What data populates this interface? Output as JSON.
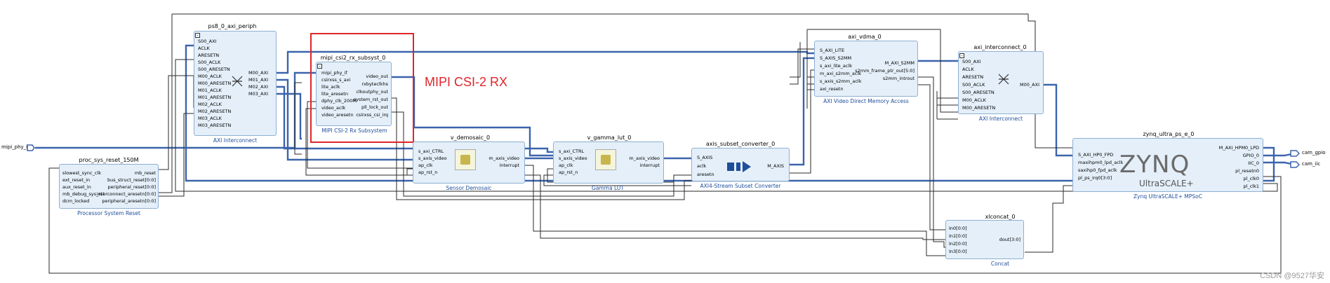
{
  "annotation": {
    "label": "MIPI CSI-2 RX"
  },
  "watermark": "CSDN @9527华安",
  "external_ports": {
    "mipi_phy_if": "mipi_phy_if",
    "cam_gpio": "cam_gpio",
    "cam_iic": "cam_iic"
  },
  "blocks": {
    "ps8_0_axi_periph": {
      "name": "ps8_0_axi_periph",
      "subtitle": "AXI Interconnect",
      "ports_left": [
        "S00_AXI",
        "ACLK",
        "ARESETN",
        "S00_ACLK",
        "S00_ARESETN",
        "M00_ACLK",
        "M00_ARESETN",
        "M01_ACLK",
        "M01_ARESETN",
        "M02_ACLK",
        "M02_ARESETN",
        "M03_ACLK",
        "M03_ARESETN"
      ],
      "ports_right": [
        "M00_AXI",
        "M01_AXI",
        "M02_AXI",
        "M03_AXI"
      ]
    },
    "proc_sys_reset": {
      "name": "proc_sys_reset_150M",
      "subtitle": "Processor System Reset",
      "ports_left": [
        "slowest_sync_clk",
        "ext_reset_in",
        "aux_reset_in",
        "mb_debug_sys_rst",
        "dcm_locked"
      ],
      "ports_right": [
        "mb_reset",
        "bus_struct_reset[0:0]",
        "peripheral_reset[0:0]",
        "interconnect_aresetn[0:0]",
        "peripheral_aresetn[0:0]"
      ]
    },
    "mipi_csi2": {
      "name": "mipi_csi2_rx_subsyst_0",
      "subtitle": "MIPI CSI-2 Rx Subsystem",
      "ports_left": [
        "mipi_phy_if",
        "csirxss_s_axi",
        "lite_aclk",
        "lite_aresetn",
        "dphy_clk_200M",
        "video_aclk",
        "video_aresetn"
      ],
      "ports_right": [
        "video_out",
        "rxbyteclkhs",
        "clkoutphy_out",
        "system_rst_out",
        "pll_lock_out",
        "csirxss_csi_irq"
      ]
    },
    "v_demosaic": {
      "name": "v_demosaic_0",
      "subtitle": "Sensor Demosaic",
      "ports_left": [
        "s_axi_CTRL",
        "s_axis_video",
        "ap_clk",
        "ap_rst_n"
      ],
      "ports_right": [
        "m_axis_video",
        "interrupt"
      ]
    },
    "v_gamma_lut": {
      "name": "v_gamma_lut_0",
      "subtitle": "Gamma LUT",
      "ports_left": [
        "s_axi_CTRL",
        "s_axis_video",
        "ap_clk",
        "ap_rst_n"
      ],
      "ports_right": [
        "m_axis_video",
        "interrupt"
      ]
    },
    "axis_subset": {
      "name": "axis_subset_converter_0",
      "subtitle": "AXI4-Stream Subset Converter",
      "ports_left": [
        "S_AXIS",
        "aclk",
        "aresetn"
      ],
      "ports_right": [
        "M_AXIS"
      ]
    },
    "axi_vdma": {
      "name": "axi_vdma_0",
      "subtitle": "AXI Video Direct Memory Access",
      "ports_left": [
        "S_AXI_LITE",
        "S_AXIS_S2MM",
        "s_axi_lite_aclk",
        "m_axi_s2mm_aclk",
        "s_axis_s2mm_aclk",
        "axi_resetn"
      ],
      "ports_right": [
        "M_AXI_S2MM",
        "s2mm_frame_ptr_out[5:0]",
        "s2mm_introut"
      ]
    },
    "axi_interconnect": {
      "name": "axi_interconnect_0",
      "subtitle": "AXI Interconnect",
      "ports_left": [
        "S00_AXI",
        "ACLK",
        "ARESETN",
        "S00_ACLK",
        "S00_ARESETN",
        "M00_ACLK",
        "M00_ARESETN"
      ],
      "ports_right": [
        "M00_AXI"
      ]
    },
    "zynq": {
      "name": "zynq_ultra_ps_e_0",
      "subtitle": "Zynq UltraSCALE+ MPSoC",
      "logo_main": "ZYNQ",
      "logo_sub": "UltraSCALE+",
      "ports_left": [
        "S_AXI_HP0_FPD",
        "maxihpm0_lpd_aclk",
        "saxihp0_fpd_aclk",
        "pl_ps_irq0[3:0]"
      ],
      "ports_right": [
        "M_AXI_HPM0_LPD",
        "GPIO_0",
        "IIC_0",
        "pl_resetn0",
        "pl_clk0",
        "pl_clk1"
      ]
    },
    "xlconcat": {
      "name": "xlconcat_0",
      "subtitle": "Concat",
      "ports_left": [
        "In0[0:0]",
        "In1[0:0]",
        "In2[0:0]",
        "In3[0:0]"
      ],
      "ports_right": [
        "dout[3:0]"
      ]
    }
  }
}
